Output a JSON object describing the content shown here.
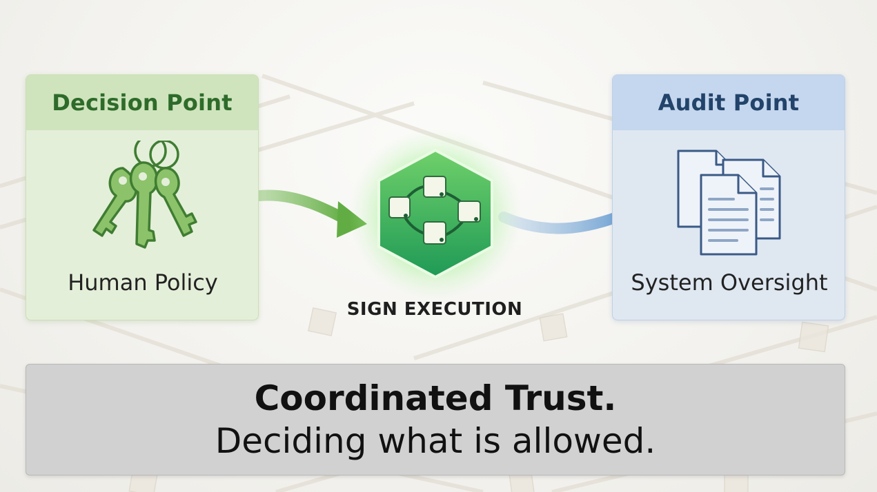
{
  "decision_card": {
    "header": "Decision Point",
    "caption": "Human Policy",
    "icon": "keys-icon",
    "accent": "#2e6b2a"
  },
  "center_node": {
    "label": "SIGN EXECUTION",
    "icon": "cube-network-icon",
    "accent": "#3cb54a"
  },
  "audit_card": {
    "header": "Audit Point",
    "caption": "System Oversight",
    "icon": "documents-icon",
    "accent": "#22436a"
  },
  "banner": {
    "title": "Coordinated Trust.",
    "subtitle": "Deciding what is allowed."
  }
}
